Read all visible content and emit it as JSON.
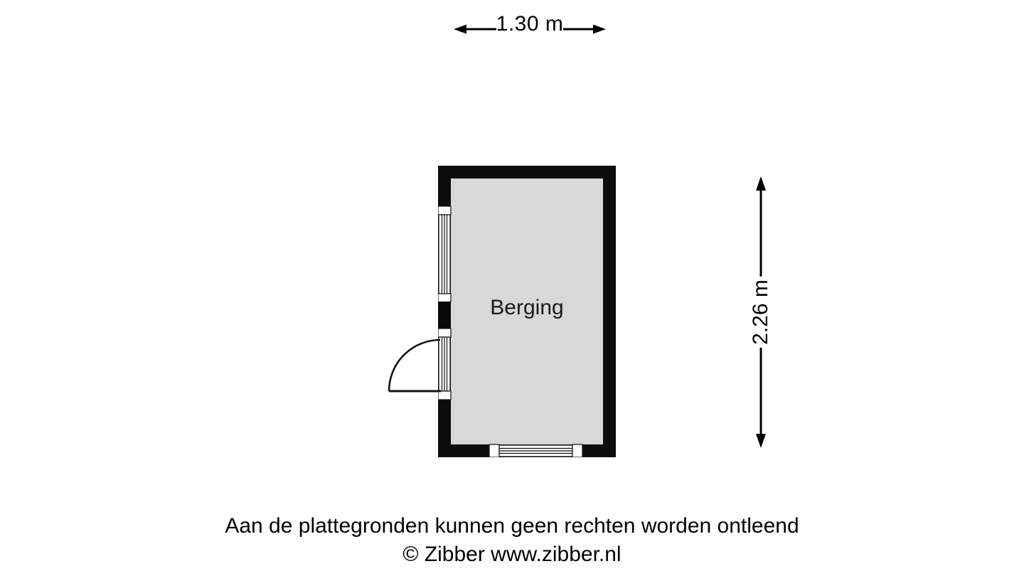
{
  "plan": {
    "room_label": "Berging",
    "floor_color": "#d8d8d8",
    "wall_color": "#0a0a0a",
    "background_color": "#ffffff"
  },
  "dimensions": {
    "horizontal": {
      "value": "1.30 m",
      "left_arrow_icon": "arrow-left-icon",
      "right_arrow_icon": "arrow-right-icon"
    },
    "vertical": {
      "value": "2.26 m",
      "up_arrow_icon": "arrow-up-icon",
      "down_arrow_icon": "arrow-down-icon"
    }
  },
  "openings": {
    "left_wall_window_top": "window",
    "left_wall_window_bottom": "window",
    "bottom_wall_window": "window",
    "door": "door-swing"
  },
  "footer": {
    "disclaimer": "Aan de plattegronden kunnen geen rechten worden ontleend",
    "copyright": "© Zibber www.zibber.nl"
  }
}
